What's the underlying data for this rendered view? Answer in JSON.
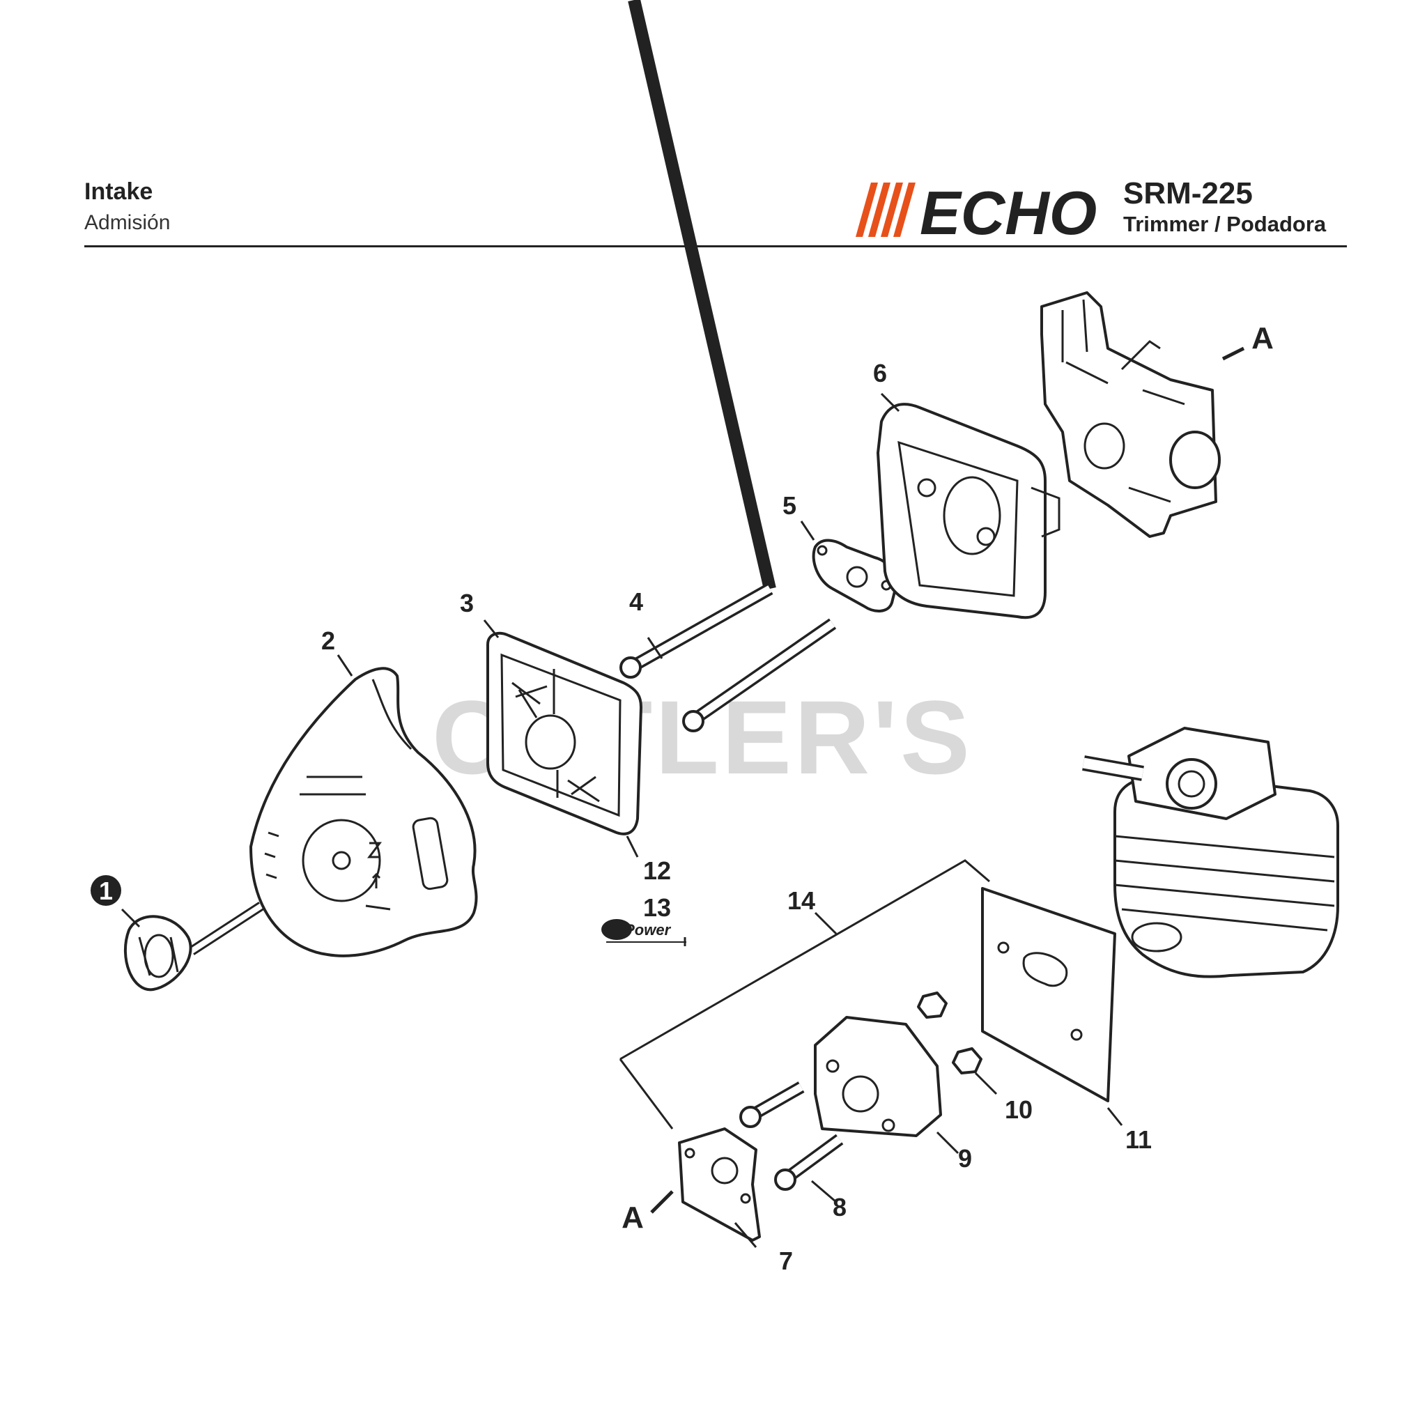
{
  "header": {
    "title": "Intake",
    "subtitle": "Admisión",
    "brand": "ECHO",
    "model": "SRM-225",
    "model_description": "Trimmer / Podadora"
  },
  "watermark": "CUTLER'S",
  "colors": {
    "brand_accent": "#e8501a",
    "ink": "#222222",
    "watermark": "#d9d9d9"
  },
  "callouts": {
    "n1": "1",
    "n2": "2",
    "n3": "3",
    "n4": "4",
    "n5": "5",
    "n6": "6",
    "n7": "7",
    "n8": "8",
    "n9": "9",
    "n10": "10",
    "n11": "11",
    "n12": "12",
    "n13": "13",
    "n14": "14",
    "ref_a_top": "A",
    "ref_a_bottom": "A"
  },
  "repower_badge": "RePower"
}
